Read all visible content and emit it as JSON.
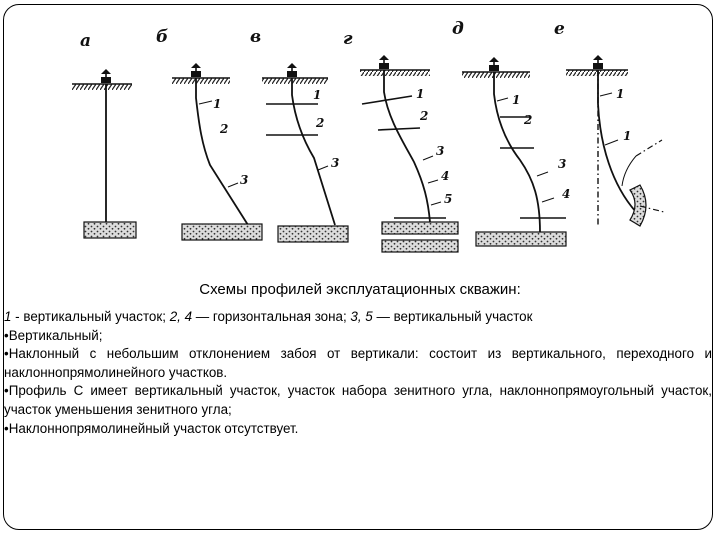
{
  "diagram": {
    "letters": [
      "а",
      "б",
      "в",
      "г",
      "д",
      "е"
    ],
    "wells": [
      {
        "labels": []
      },
      {
        "labels": [
          "1",
          "2",
          "3"
        ]
      },
      {
        "labels": [
          "1",
          "2",
          "3"
        ]
      },
      {
        "labels": [
          "1",
          "2",
          "3",
          "4",
          "5"
        ]
      },
      {
        "labels": [
          "1",
          "2",
          "3",
          "4"
        ]
      },
      {
        "labels": [
          "1",
          "1"
        ]
      }
    ]
  },
  "caption": "Схемы профилей эксплуатационных скважин:",
  "legend": {
    "n1": "1",
    "t1": " - вертикальный участок;  ",
    "n2": "2, 4",
    "t2": " — горизонтальная зона;  ",
    "n3": "3,  5",
    "t3": " — вертикальный   участок"
  },
  "bullets": [
    "Вертикальный;",
    "Наклонный с небольшим отклонением забоя от вертикали: состоит из вертикального, переходного и наклоннопрямолинейного участков.",
    "Профиль С имеет вертикальный участок, участок набора зенитного угла, наклоннопрямоугольный участок, участок уменьшения зенитного угла;",
    "Наклоннопрямолинейный участок отсутствует."
  ]
}
